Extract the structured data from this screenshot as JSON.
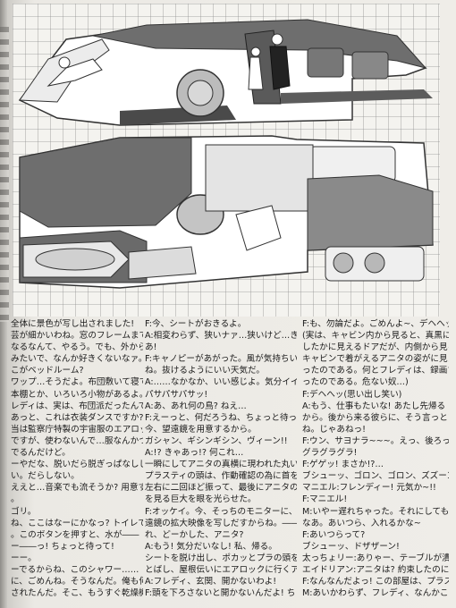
{
  "columns": [
    {
      "lines": [
        "全体に景色が写し出されました!",
        "芸が細かいわね。窓のフレームまで",
        "なるなんて、やるう。でも、外から丸",
        "みたいで、なんか好きくないなァ。ね、",
        "こがベッドルーム?",
        "ワップ…そうだよ。布団敷いて寝てる",
        "本棚とか、いろいろ小物があるよ。",
        "レディは、実は、布団派だったんです",
        "あっと、これは衣装ダンスですか?",
        "当は監察庁特製の宇宙服のエアロック",
        "ですが、使わないんで…服なんかつっ",
        "でるんだけど。",
        "ーやだな、脱いだら脱ぎっぱなしじゃ",
        "い。だらしない。",
        "ええと…音楽でも流そうか? 用意す",
        "。",
        "ゴリ。",
        "ね、ここはなーにかなっ? トイレで",
        "。このボタンを押すと、水が――",
        "ー――っ! ちょっと待って!",
        "ーー。",
        "ーでるからね、このシャワー……",
        "に、ごめんね。そうなんだ。俺も何回か",
        "されたんだ。そこ、もうすぐ乾燥機"
      ]
    },
    {
      "lines": [
        "F:今、シートがおきるよ。",
        "A:相変わらず、狭いナァ…狭いけど…きゃ",
        "あ!",
        "F:キャノピーがあがった。風が気持ちいい",
        "ね。抜けるようにいい天気だ。",
        "A:……なかなか、いい感じよ。気分イイ!",
        "パサパサパサッ!",
        "A:あ、あれ何の鳥? ねえ…",
        "F:えーっと、何だろうね、ちょっと待って",
        "今、望遠鏡を用意するから。",
        "ガシャン、ギシンギシン、ヴィーン!!",
        "A:!? きゃあっ!? 何これ…",
        "一瞬にしてアニタの真横に現われた丸い",
        "プラスティの頭は、作動確認の為に首を前後",
        "左右に二回ほど振って、最後にアニタの体",
        "を見る巨大を眼を光らせた。",
        "F:オッケイ。今、そっちのモニターに、望",
        "遠鏡の拡大映像を写しだすからね。――あ",
        "れ、どーかした、アニタ?",
        "A:もう! 気分だいなし! 私、帰る。",
        "シートを脱け出し、ポカッとプラの頭を蹴",
        "とばし、屋根伝いにエアロックに行くアニタ。",
        "A:フレディ、玄関、開かないわよ!",
        "F:頭を下ろさないと開かないんだよ! ち"
      ]
    },
    {
      "lines": [
        "F:も、勿論だよ。ごめんよ~、デヘへッ。",
        "(実は、キャビン内から見ると、真黒に塗り",
        "したかに見えるドアだが、内側から見ると、",
        "キャビンで着がえるアニタの姿がに見えていた",
        "ったのである。何とフレディは、録画すもしてま",
        "ったのである。危ない奴…)",
        "F:デヘへッ(思い出し笑い)",
        "A:もう、仕事もたいな! あたし先帰る",
        "から。後から来る彼らに、そう言っといて",
        "ね。じゃあねっ!",
        "F:ウン、サヨナラ~~~。えっ、後ろって…",
        "グラグラグラ!",
        "F:ゲゲッ! まさか!?…",
        "ブシューッ、ゴロン、ゴロン、ズズーン!!",
        "マニエル:フレンディー! 元気か~!!",
        "F:マニエル!",
        "M:いやー遅れちゃった。それにしても狭い",
        "なあ。あいつら、入れるかな~",
        "F:あいつらって?",
        "ブシューッ、ドザザーン!",
        "太っちょリー:ありゃー、テーブルが潰れた。",
        "エイドリアン:アニタは? 約束したのに。",
        "F:なんなんだよっ! この部屋は、プラスティ",
        "M:あいかわらず、フレディ、なんかこの部屋、"
      ]
    }
  ]
}
